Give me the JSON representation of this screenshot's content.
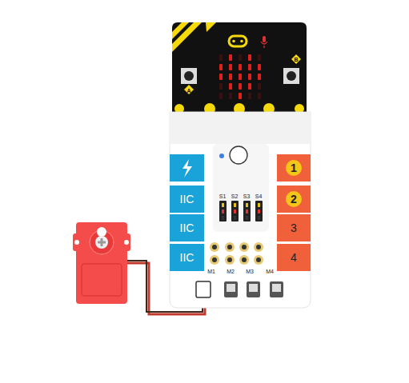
{
  "diagram": {
    "nodes": [
      {
        "text": [
          "IIC"
        ]
      },
      {
        "text": [
          "IIC"
        ]
      },
      {
        "text": [
          "IIC"
        ]
      },
      {
        "text": [
          "1"
        ]
      },
      {
        "text": [
          "2"
        ]
      },
      {
        "text": [
          "3"
        ]
      },
      {
        "text": [
          "4"
        ]
      }
    ],
    "labels": [
      "A",
      "B",
      "S1",
      "S2",
      "S3",
      "S4",
      "M1",
      "M2",
      "M3",
      "M4"
    ]
  }
}
